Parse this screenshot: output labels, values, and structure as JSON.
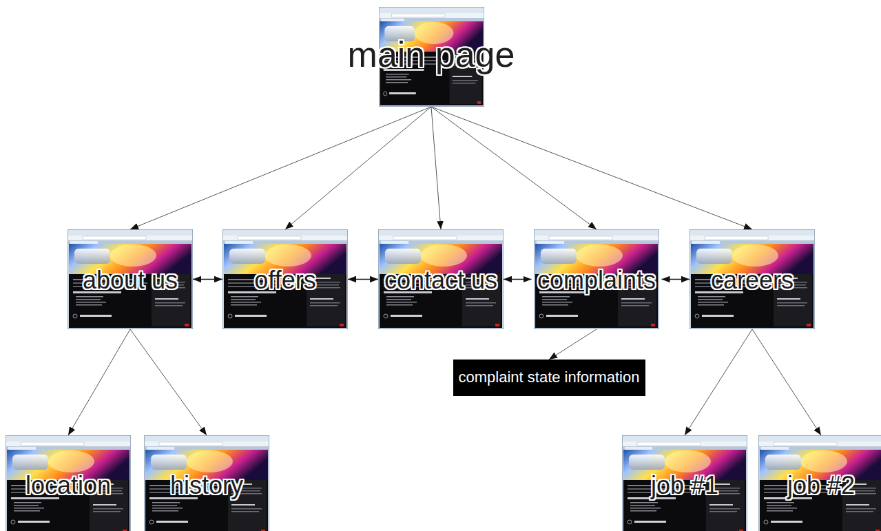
{
  "diagram": {
    "nodes": [
      {
        "text": [
          "main page"
        ]
      },
      {
        "text": [
          "about us"
        ]
      },
      {
        "text": [
          "offers"
        ]
      },
      {
        "text": [
          "contact us"
        ]
      },
      {
        "text": [
          "complaints"
        ]
      },
      {
        "text": [
          "careers"
        ]
      },
      {
        "text": [
          "complaint state information"
        ]
      },
      {
        "text": [
          "location"
        ]
      },
      {
        "text": [
          "history"
        ]
      },
      {
        "text": [
          "job #1"
        ]
      },
      {
        "text": [
          "job #2"
        ]
      }
    ],
    "edges": [
      {
        "from": 0,
        "to": 1,
        "arrow": "to"
      },
      {
        "from": 0,
        "to": 2,
        "arrow": "to"
      },
      {
        "from": 0,
        "to": 3,
        "arrow": "to"
      },
      {
        "from": 0,
        "to": 4,
        "arrow": "to"
      },
      {
        "from": 0,
        "to": 5,
        "arrow": "to"
      },
      {
        "from": 1,
        "to": 2,
        "arrow": "both"
      },
      {
        "from": 2,
        "to": 3,
        "arrow": "both"
      },
      {
        "from": 3,
        "to": 4,
        "arrow": "both"
      },
      {
        "from": 4,
        "to": 5,
        "arrow": "both"
      },
      {
        "from": 1,
        "to": 7,
        "arrow": "to"
      },
      {
        "from": 1,
        "to": 8,
        "arrow": "to"
      },
      {
        "from": 4,
        "to": 6,
        "arrow": "to"
      },
      {
        "from": 5,
        "to": 9,
        "arrow": "to"
      },
      {
        "from": 5,
        "to": 10,
        "arrow": "to"
      }
    ]
  }
}
